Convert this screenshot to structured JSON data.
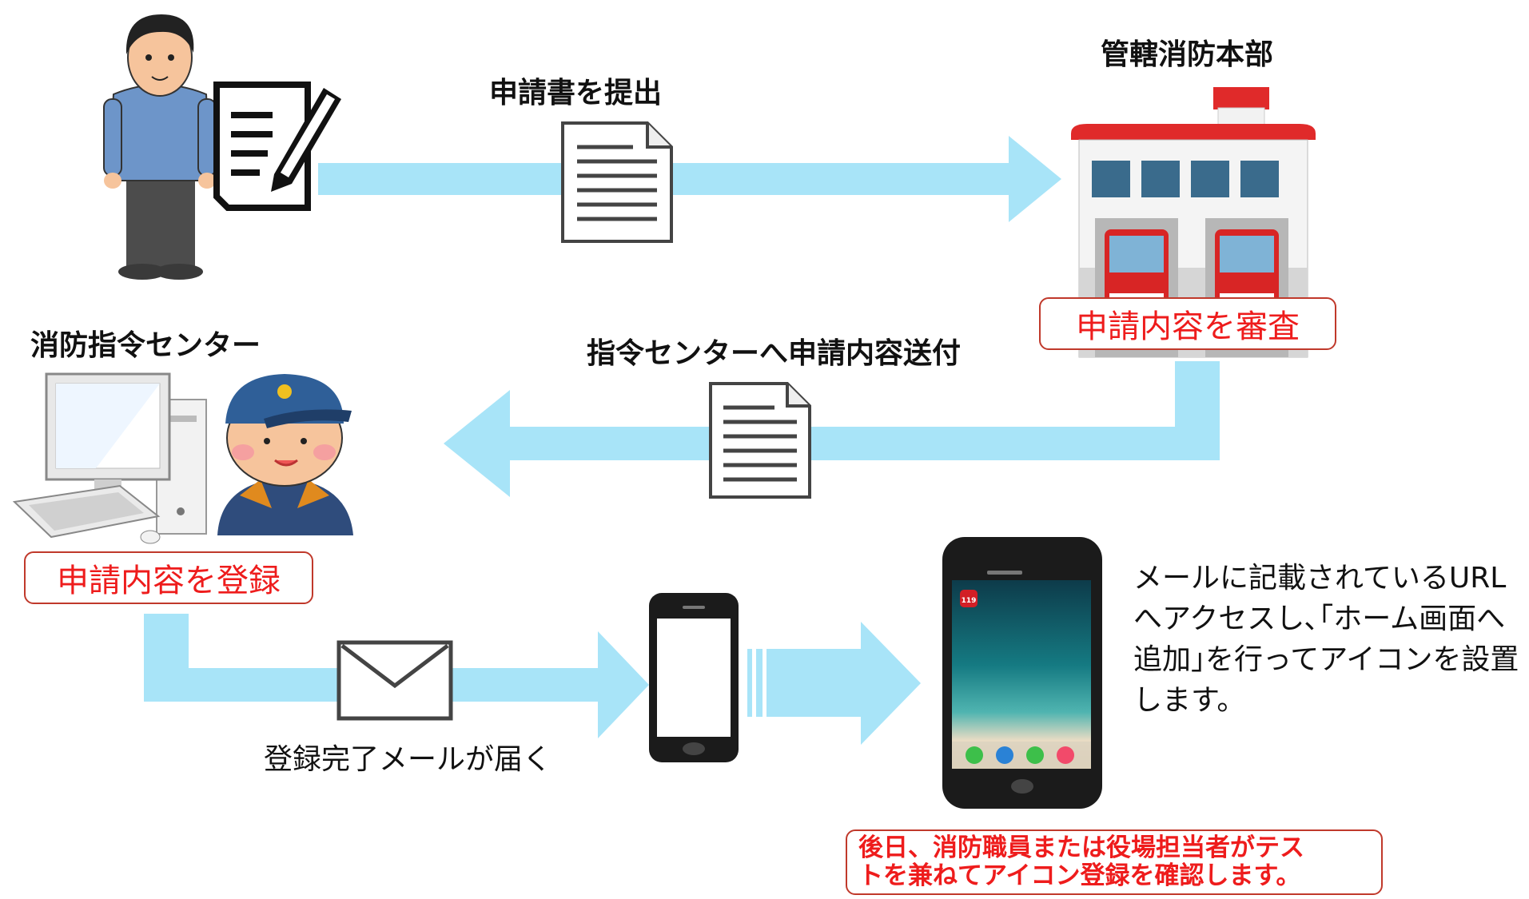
{
  "labels": {
    "submit": "申請書を提出",
    "hq": "管轄消防本部",
    "review": "申請内容を審査",
    "dispatch_center": "消防指令センター",
    "send_to_center": "指令センターへ申請内容送付",
    "register": "申請内容を登録",
    "mail_arrives": "登録完了メールが届く"
  },
  "description": [
    "メールに記載されているURL",
    "へアクセスし､｢ホーム画面へ",
    "追加｣を行ってアイコンを設置",
    "します。"
  ],
  "note": [
    "後日、消防職員または役場担当者がテス",
    "トを兼ねてアイコン登録を確認します。"
  ],
  "phone_app_badge": "119",
  "colors": {
    "arrow": "#a8e4f8",
    "red_text": "#ee1c1c",
    "red_border": "#c0392b"
  }
}
